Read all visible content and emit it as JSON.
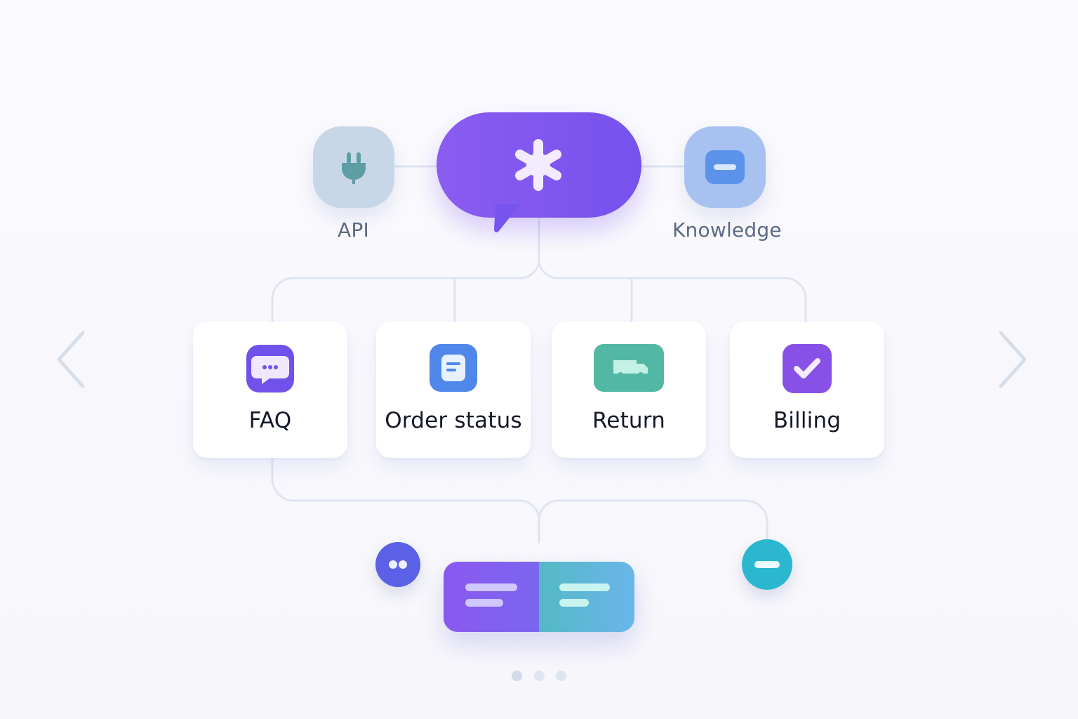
{
  "top_nodes": {
    "api_label": "API",
    "knowledge_label": "Knowledge"
  },
  "cards": [
    {
      "label": "FAQ",
      "icon": "chat-icon"
    },
    {
      "label": "Order status",
      "icon": "document-icon"
    },
    {
      "label": "Return",
      "icon": "truck-icon"
    },
    {
      "label": "Billing",
      "icon": "check-icon"
    }
  ],
  "navigation": {
    "left_icon": "chevron-left-icon",
    "right_icon": "chevron-right-icon",
    "pagination_pages": 3,
    "active_page": 1
  },
  "colors": {
    "primary_purple": "#7f56ef",
    "knowledge_blue": "#a7c2f0",
    "api_blue": "#c8d7e8",
    "teal": "#2bb8cf",
    "line": "#dfe4f0"
  }
}
